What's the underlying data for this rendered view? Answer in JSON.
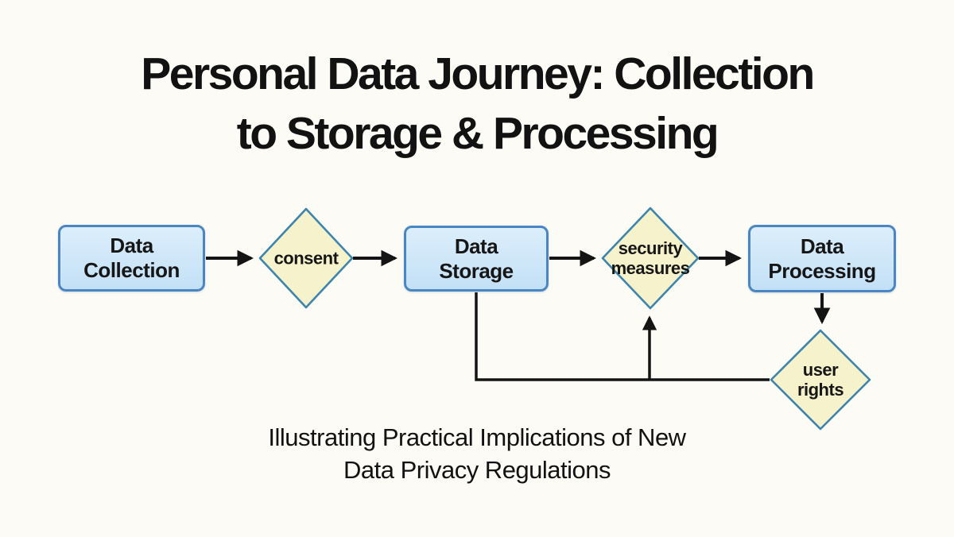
{
  "title": {
    "line1": "Personal Data Journey: Collection",
    "line2": "to Storage & Processing"
  },
  "subtitle": {
    "line1": "Illustrating Practical Implications of New",
    "line2": "Data Privacy Regulations"
  },
  "flowchart": {
    "nodes": [
      {
        "id": "data-collection",
        "shape": "rectangle",
        "label": "Data Collection"
      },
      {
        "id": "consent",
        "shape": "diamond",
        "label": "consent"
      },
      {
        "id": "data-storage",
        "shape": "rectangle",
        "label": "Data Storage"
      },
      {
        "id": "security-measures",
        "shape": "diamond",
        "label": "security measures"
      },
      {
        "id": "data-processing",
        "shape": "rectangle",
        "label": "Data Processing"
      },
      {
        "id": "user-rights",
        "shape": "diamond",
        "label": "user rights"
      }
    ],
    "edges": [
      {
        "from": "data-collection",
        "to": "consent",
        "arrow": true
      },
      {
        "from": "consent",
        "to": "data-storage",
        "arrow": true
      },
      {
        "from": "data-storage",
        "to": "security-measures",
        "arrow": true
      },
      {
        "from": "security-measures",
        "to": "data-processing",
        "arrow": true
      },
      {
        "from": "data-processing",
        "to": "user-rights",
        "arrow": true
      },
      {
        "from": "data-storage",
        "to": "bottom-rail",
        "arrow": false
      },
      {
        "from": "user-rights",
        "to": "bottom-rail",
        "arrow": false
      },
      {
        "from": "bottom-rail",
        "to": "security-measures",
        "arrow": true
      }
    ]
  },
  "colors": {
    "background": "#FCFBF5",
    "process_fill_top": "#DCEEFB",
    "process_fill_bottom": "#C3E0F6",
    "process_border": "#4A86C2",
    "decision_fill": "#F5F2CC",
    "decision_border": "#3E84AC",
    "connector": "#141414",
    "text": "#121212"
  }
}
